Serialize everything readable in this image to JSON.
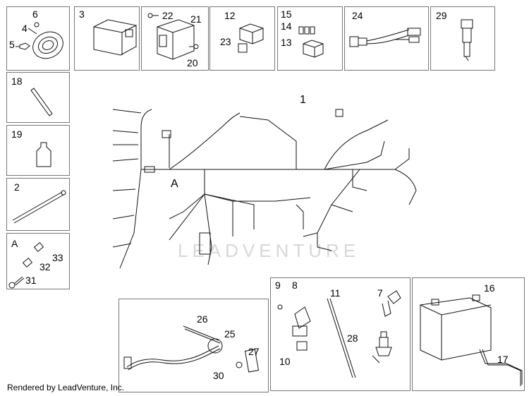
{
  "callouts": {
    "n1": "1",
    "n2": "2",
    "n3": "3",
    "n4": "4",
    "n5": "5",
    "n6": "6",
    "n7": "7",
    "n8": "8",
    "n9": "9",
    "n10": "10",
    "n11": "11",
    "n12": "12",
    "n13": "13",
    "n14": "14",
    "n15": "15",
    "n16": "16",
    "n17": "17",
    "n18": "18",
    "n19": "19",
    "n20": "20",
    "n21": "21",
    "n22": "22",
    "n23": "23",
    "n24": "24",
    "n25": "25",
    "n26": "26",
    "n27": "27",
    "n28": "28",
    "n29": "29",
    "n30": "30",
    "n31": "31",
    "n32": "32",
    "n33": "33",
    "nA_box": "A",
    "nA_main": "A"
  },
  "watermark": "LEADVENTURE",
  "footer": "Rendered by LeadVenture, Inc."
}
